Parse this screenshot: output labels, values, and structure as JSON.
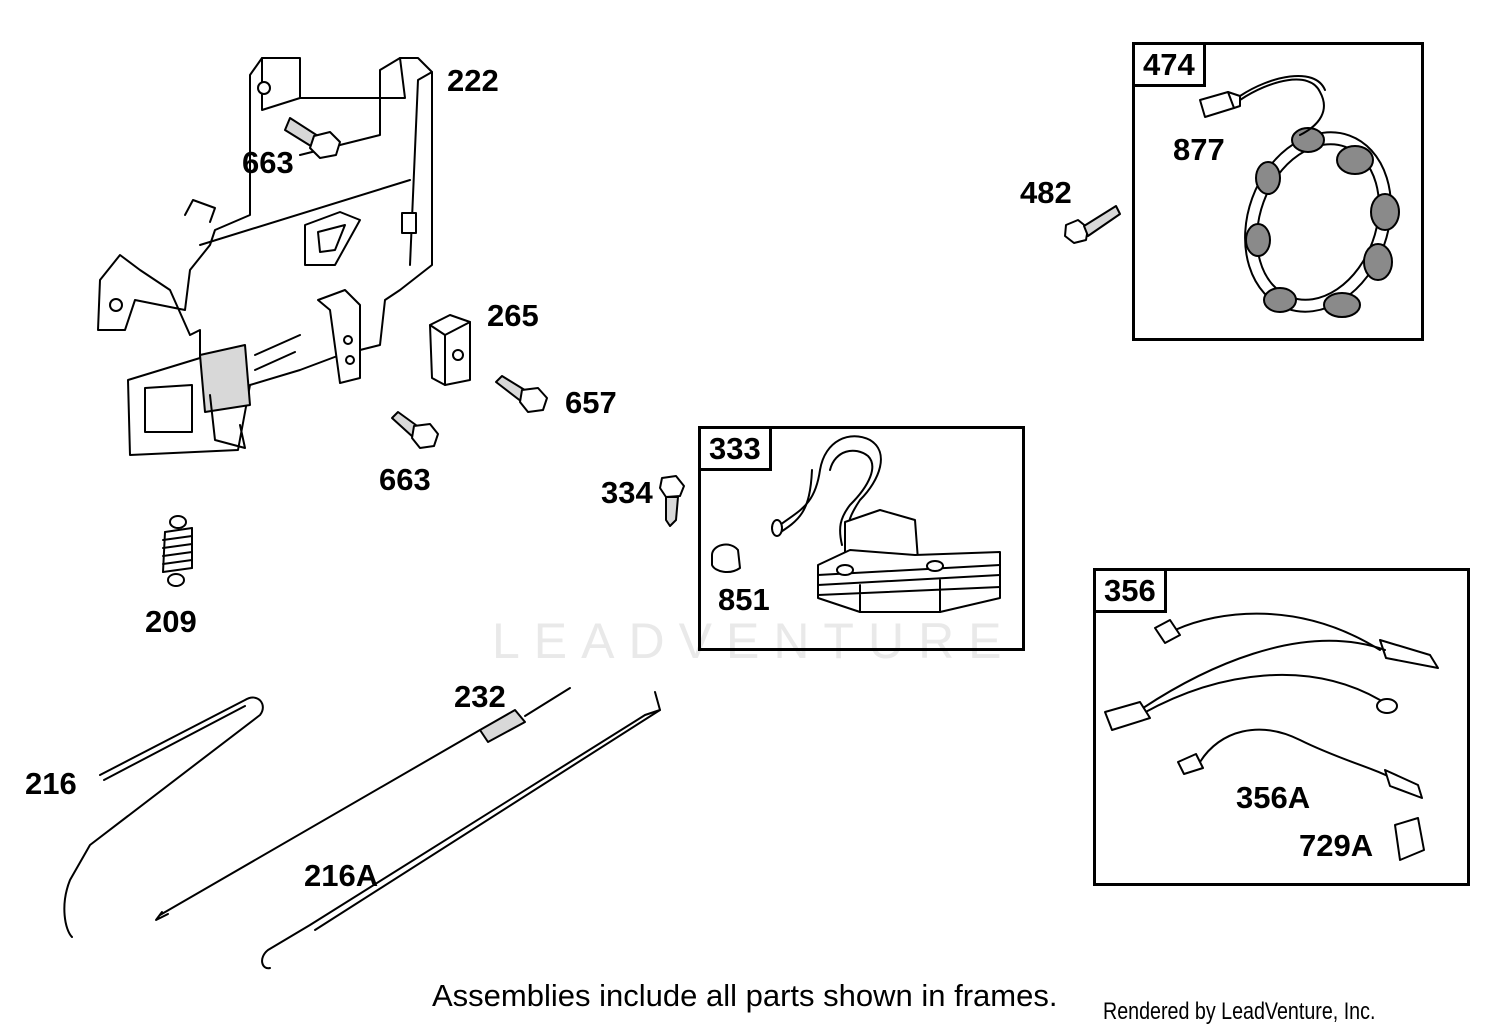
{
  "labels": {
    "p222": "222",
    "p663a": "663",
    "p265": "265",
    "p657": "657",
    "p663b": "663",
    "p209": "209",
    "p334": "334",
    "p482": "482",
    "p877": "877",
    "p851": "851",
    "p232": "232",
    "p216": "216",
    "p216A": "216A",
    "p356A": "356A",
    "p729A": "729A"
  },
  "frames": {
    "f474": "474",
    "f333": "333",
    "f356": "356"
  },
  "watermark": "LEADVENTURE",
  "footnote": "Assemblies include all parts shown in frames.",
  "credit": "Rendered by LeadVenture, Inc."
}
